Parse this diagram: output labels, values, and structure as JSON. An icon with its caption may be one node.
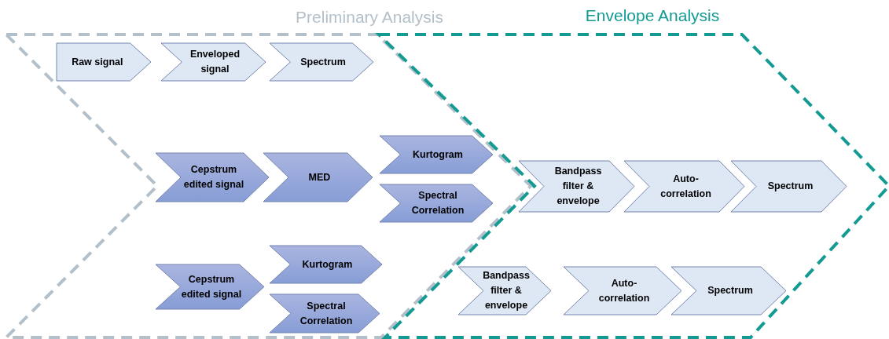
{
  "diagram": {
    "nodes": [
      {
        "text": [
          "Preliminary Analysis"
        ]
      },
      {
        "text": [
          "Envelope Analysis"
        ]
      },
      {
        "text": [
          "Raw signal"
        ],
        "in": 0
      },
      {
        "text": [
          "Enveloped signal"
        ],
        "in": 0
      },
      {
        "text": [
          "Spectrum"
        ],
        "in": 0
      },
      {
        "text": [
          "Cepstrum edited signal"
        ],
        "in": 0
      },
      {
        "text": [
          "MED"
        ],
        "in": 0
      },
      {
        "text": [
          "Kurtogram"
        ],
        "in": 0
      },
      {
        "text": [
          "Spectral Correlation"
        ],
        "in": 0
      },
      {
        "text": [
          "Bandpass filter & envelope"
        ],
        "in": 1
      },
      {
        "text": [
          "Auto-correlation"
        ],
        "in": 1
      },
      {
        "text": [
          "Spectrum"
        ],
        "in": 1
      },
      {
        "text": [
          "Cepstrum edited signal"
        ],
        "in": 0
      },
      {
        "text": [
          "Kurtogram"
        ],
        "in": 0
      },
      {
        "text": [
          "Spectral Correlation"
        ],
        "in": 0
      },
      {
        "text": [
          "Bandpass filter & envelope"
        ],
        "in": 1
      },
      {
        "text": [
          "Auto-correlation"
        ],
        "in": 1
      },
      {
        "text": [
          "Spectrum"
        ],
        "in": 1
      }
    ]
  }
}
